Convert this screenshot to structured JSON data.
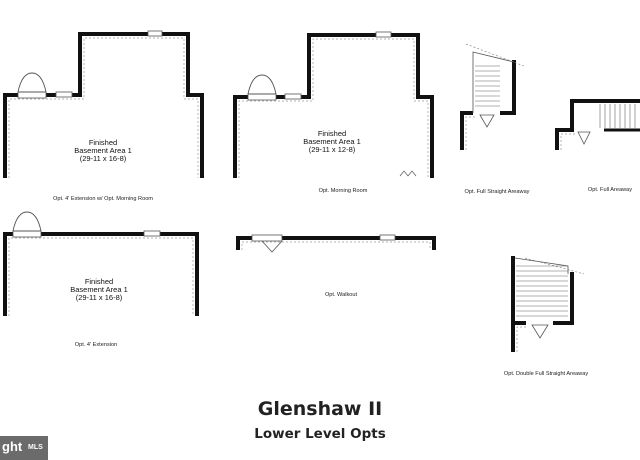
{
  "plans": {
    "p1": {
      "room_line1": "Finished",
      "room_line2": "Basement Area 1",
      "dims": "(29-11 x 16-8)",
      "caption": "Opt. 4' Extension w/ Opt. Morning Room"
    },
    "p2": {
      "room_line1": "Finished",
      "room_line2": "Basement Area 1",
      "dims": "(29-11 x 12-8)",
      "caption": "Opt. Morning Room"
    },
    "p3": {
      "caption": "Opt. Full Straight Areaway"
    },
    "p4": {
      "caption": "Opt. Full Areaway"
    },
    "p5": {
      "room_line1": "Finished",
      "room_line2": "Basement Area 1",
      "dims": "(29-11 x 16-8)",
      "caption": "Opt. 4' Extension"
    },
    "p6": {
      "caption": "Opt. Walkout"
    },
    "p7": {
      "caption": "Opt. Double Full Straight Areaway"
    }
  },
  "title": "Glenshaw II",
  "subtitle": "Lower Level Opts",
  "watermark": {
    "brand": "ght",
    "suffix": "MLS"
  },
  "colors": {
    "wall": "#111111",
    "dash": "#9a9a9a"
  }
}
